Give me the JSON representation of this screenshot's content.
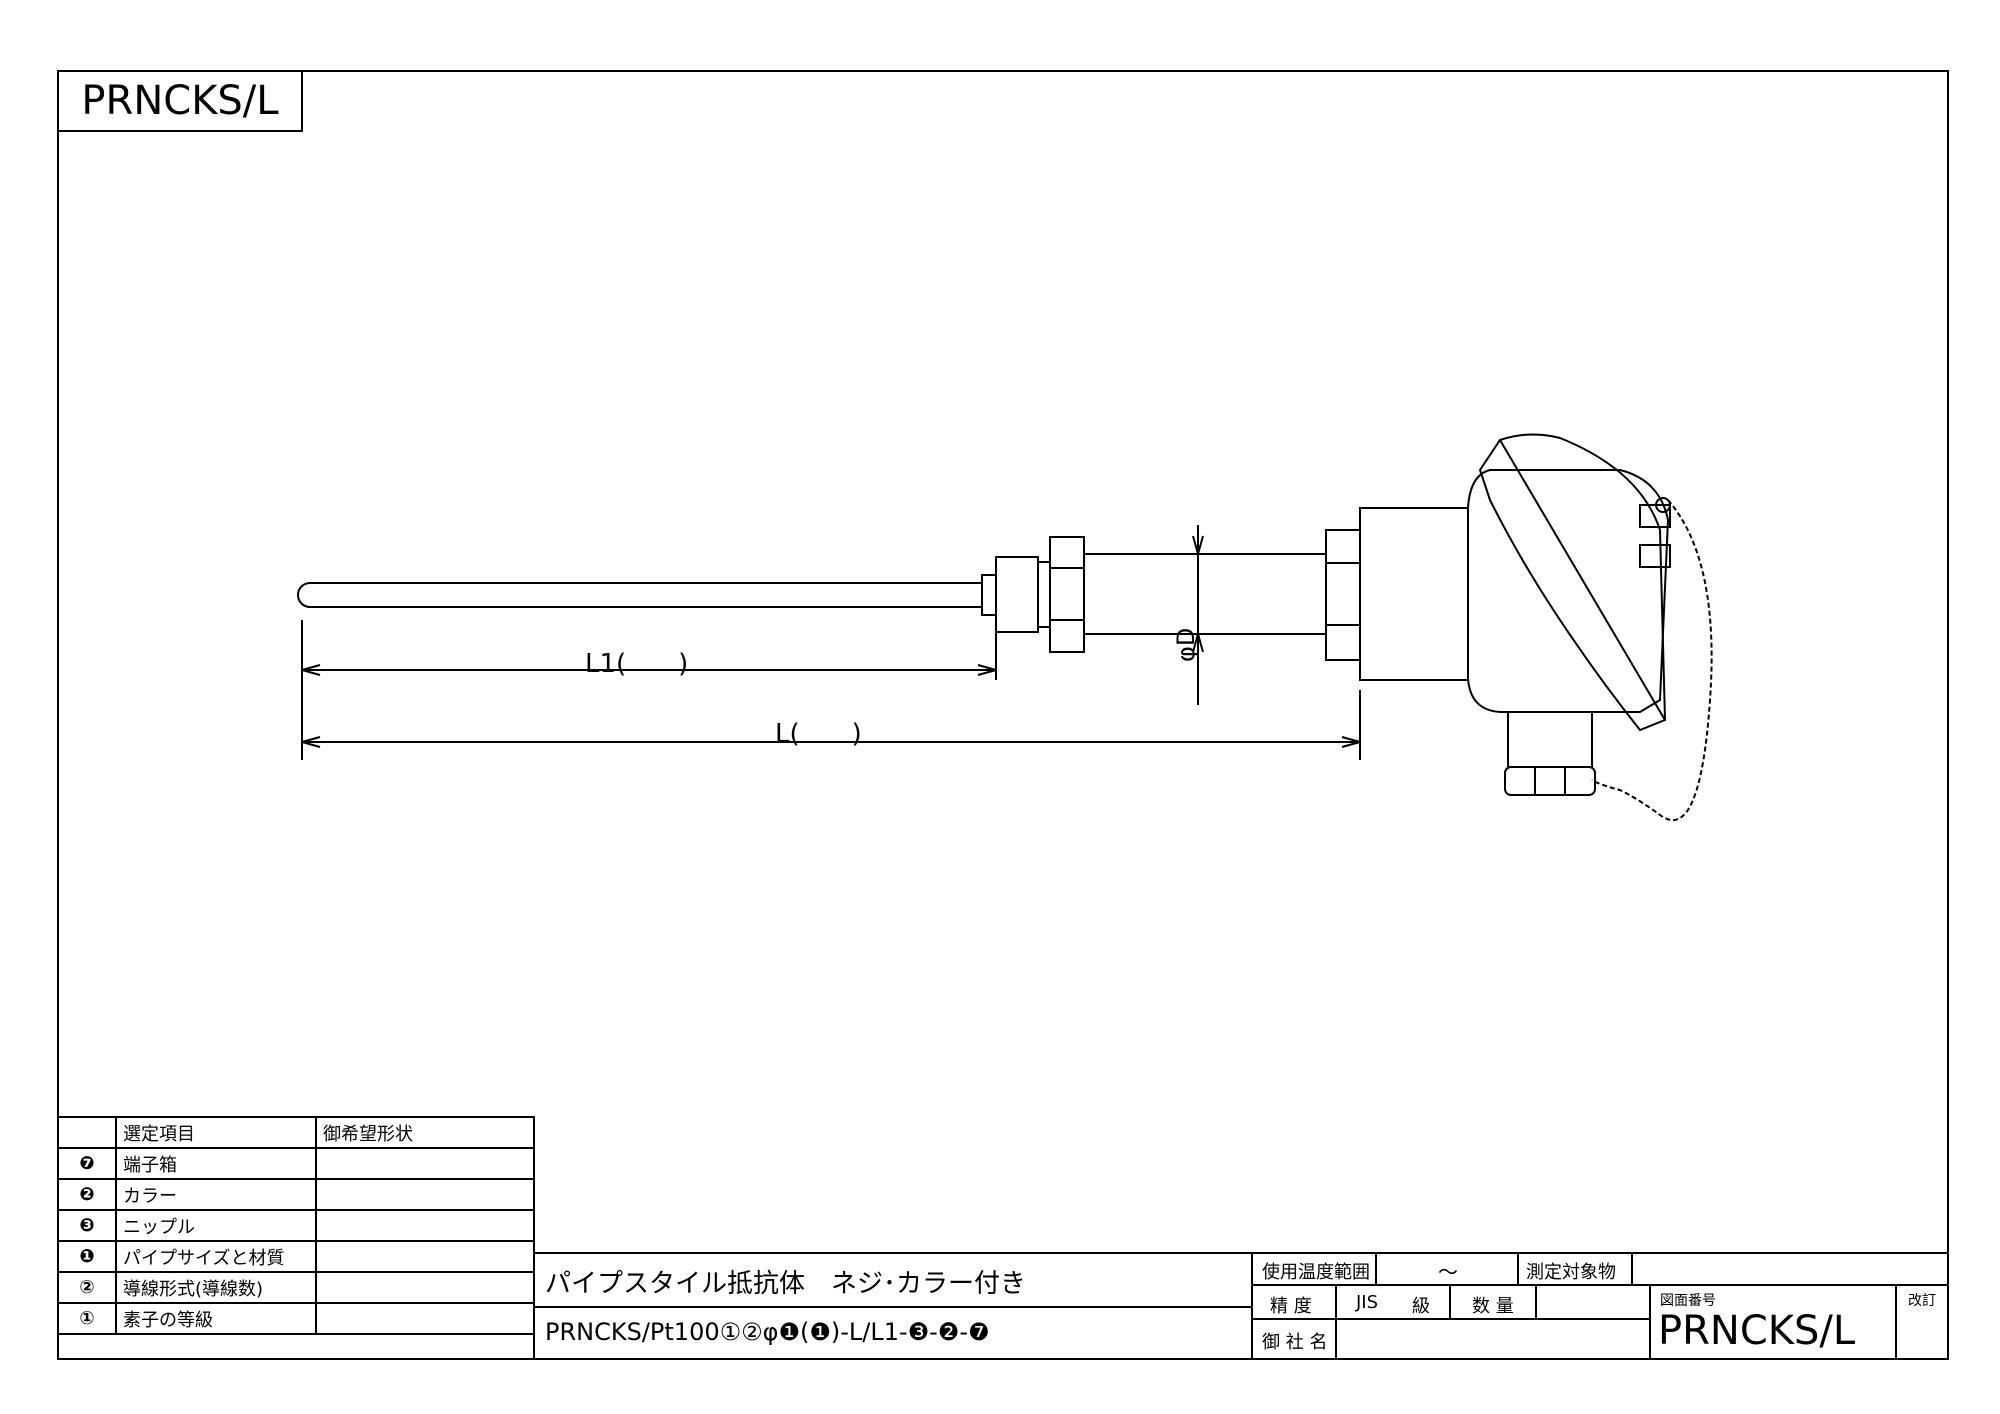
{
  "header": {
    "title": "PRNCKS/L"
  },
  "drawing": {
    "dim_L1": "L1(　　)",
    "dim_L": "L(　　)",
    "dim_D": "φD"
  },
  "selection_table": {
    "headers": [
      "",
      "選定項目",
      "御希望形状"
    ],
    "rows": [
      {
        "num": "❼",
        "item": "端子箱",
        "value": ""
      },
      {
        "num": "❷",
        "item": "カラー",
        "value": ""
      },
      {
        "num": "❸",
        "item": "ニップル",
        "value": ""
      },
      {
        "num": "❶",
        "item": "パイプサイズと材質",
        "value": ""
      },
      {
        "num": "②",
        "item": "導線形式(導線数)",
        "value": ""
      },
      {
        "num": "①",
        "item": "素子の等級",
        "value": ""
      }
    ]
  },
  "title_block": {
    "product_name": "パイプスタイル抵抗体　ネジ･カラー付き",
    "model_code": "PRNCKS/Pt100①②φ❶(❶)-L/L1-❸-❷-❼",
    "temp_range_label": "使用温度範囲",
    "temp_range_value": "～",
    "target_label": "測定対象物",
    "accuracy_label": "精 度",
    "jis_label": "JIS",
    "class_label": "級",
    "quantity_label": "数 量",
    "customer_label": "御 社 名",
    "drawing_no_label": "図面番号",
    "drawing_no": "PRNCKS/L",
    "revision_label": "改訂"
  }
}
